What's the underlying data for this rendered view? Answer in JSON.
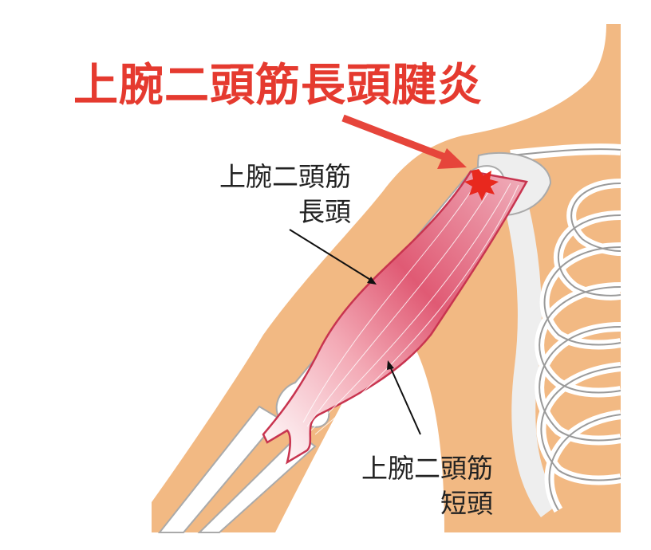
{
  "title": "上腕二頭筋長頭腱炎",
  "labels": {
    "long_head": {
      "line1": "上腕二頭筋",
      "line2": "長頭"
    },
    "short_head": {
      "line1": "上腕二頭筋",
      "line2": "短頭"
    }
  },
  "colors": {
    "title": "#E53A2F",
    "skin": "#F2B983",
    "muscle": "#E04A65",
    "bone": "#FFFFFF",
    "inflammation": "#E8281E"
  }
}
